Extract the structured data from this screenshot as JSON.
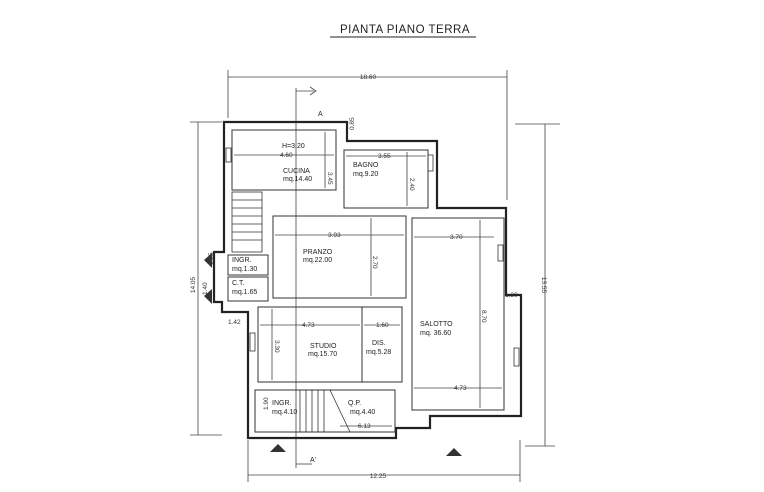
{
  "title": "PIANTA PIANO TERRA",
  "section_marks": {
    "top": "A",
    "bottom": "A'"
  },
  "rooms": [
    {
      "name": "CUCINA",
      "area": "mq.14.40",
      "height": "H=3.20"
    },
    {
      "name": "BAGNO",
      "area": "mq.9.20"
    },
    {
      "name": "PRANZO",
      "area": "mq.22.00"
    },
    {
      "name": "INGR.",
      "area": "mq.1.30"
    },
    {
      "name": "C.T.",
      "area": "mq.1.65"
    },
    {
      "name": "STUDIO",
      "area": "mq.15.70"
    },
    {
      "name": "DIS.",
      "area": "mq.5.28"
    },
    {
      "name": "SALOTTO",
      "area": "mq. 36.60"
    },
    {
      "name": "INGR.",
      "area": "mq.4.10"
    },
    {
      "name": "Q.P.",
      "area": "mq.4.40"
    }
  ],
  "dimensions": {
    "overall_top": "18.60",
    "overall_bottom": "12.25",
    "overall_left": "14.05",
    "overall_right": "13.55",
    "cucina_width": "4.60",
    "cucina_depth": "3.45",
    "bagno_width": "3.55",
    "bagno_depth": "2.40",
    "bagno_offset": "0.85",
    "pranzo_width": "3.93",
    "pranzo_depth": "2.70",
    "salotto_width_top": "3.70",
    "salotto_depth": "8.70",
    "salotto_width_bottom": "4.73",
    "salotto_recess": "1.30",
    "studio_width": "4.73",
    "studio_depth": "3.30",
    "dis_width": "1.60",
    "left_offset": "1.42",
    "ingr_small_h": "1.25",
    "ct_h": "1.40",
    "ingr_lower_h": "1.90",
    "qp_width": "6.13"
  }
}
